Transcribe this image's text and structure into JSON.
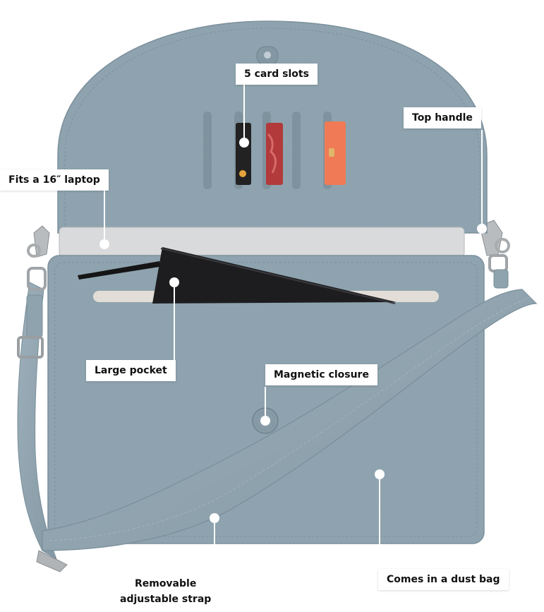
{
  "product": {
    "colors": {
      "bag": "#8fa4b0",
      "bag_dark": "#7d929e",
      "laptop": "#d9dadb",
      "notebook": "#1d1d20",
      "card_red": "#b23a3a",
      "card_orange": "#ef7a55",
      "card_black": "#222222",
      "label_bg": "#ffffff",
      "marker": "#ffffff"
    }
  },
  "callouts": {
    "card_slots": "5 card slots",
    "top_handle": "Top handle",
    "laptop": "Fits a 16″ laptop",
    "large_pocket": "Large pocket",
    "magnetic_closure": "Magnetic closure",
    "dust_bag": "Comes in a dust bag",
    "strap_line1": "Removable",
    "strap_line2": "adjustable strap"
  }
}
